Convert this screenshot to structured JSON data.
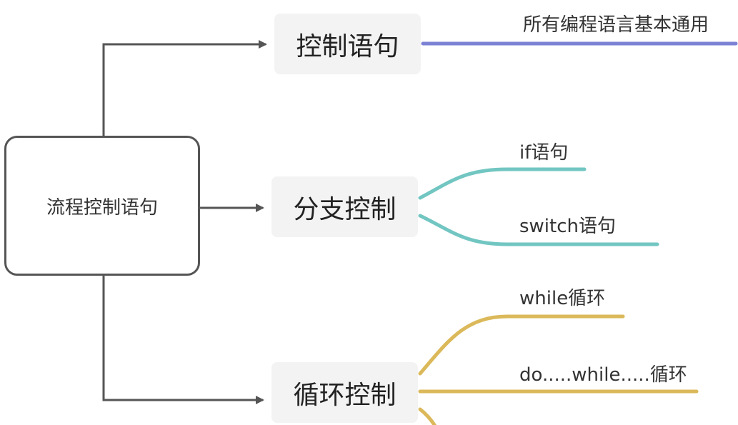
{
  "root": {
    "label": "流程控制语句"
  },
  "nodes": {
    "control": {
      "label": "控制语句",
      "note": "所有编程语言基本通用"
    },
    "branch": {
      "label": "分支控制",
      "children": [
        "if语句",
        "switch语句"
      ]
    },
    "loop": {
      "label": "循环控制",
      "children": [
        "while循环",
        "do.....while.....循环"
      ]
    }
  },
  "colors": {
    "connector": "#555555",
    "control_branch": "#7b82d4",
    "branch_branch": "#72c6c2",
    "loop_branch": "#dbb95a",
    "node_fill": "#f3f3f3"
  }
}
